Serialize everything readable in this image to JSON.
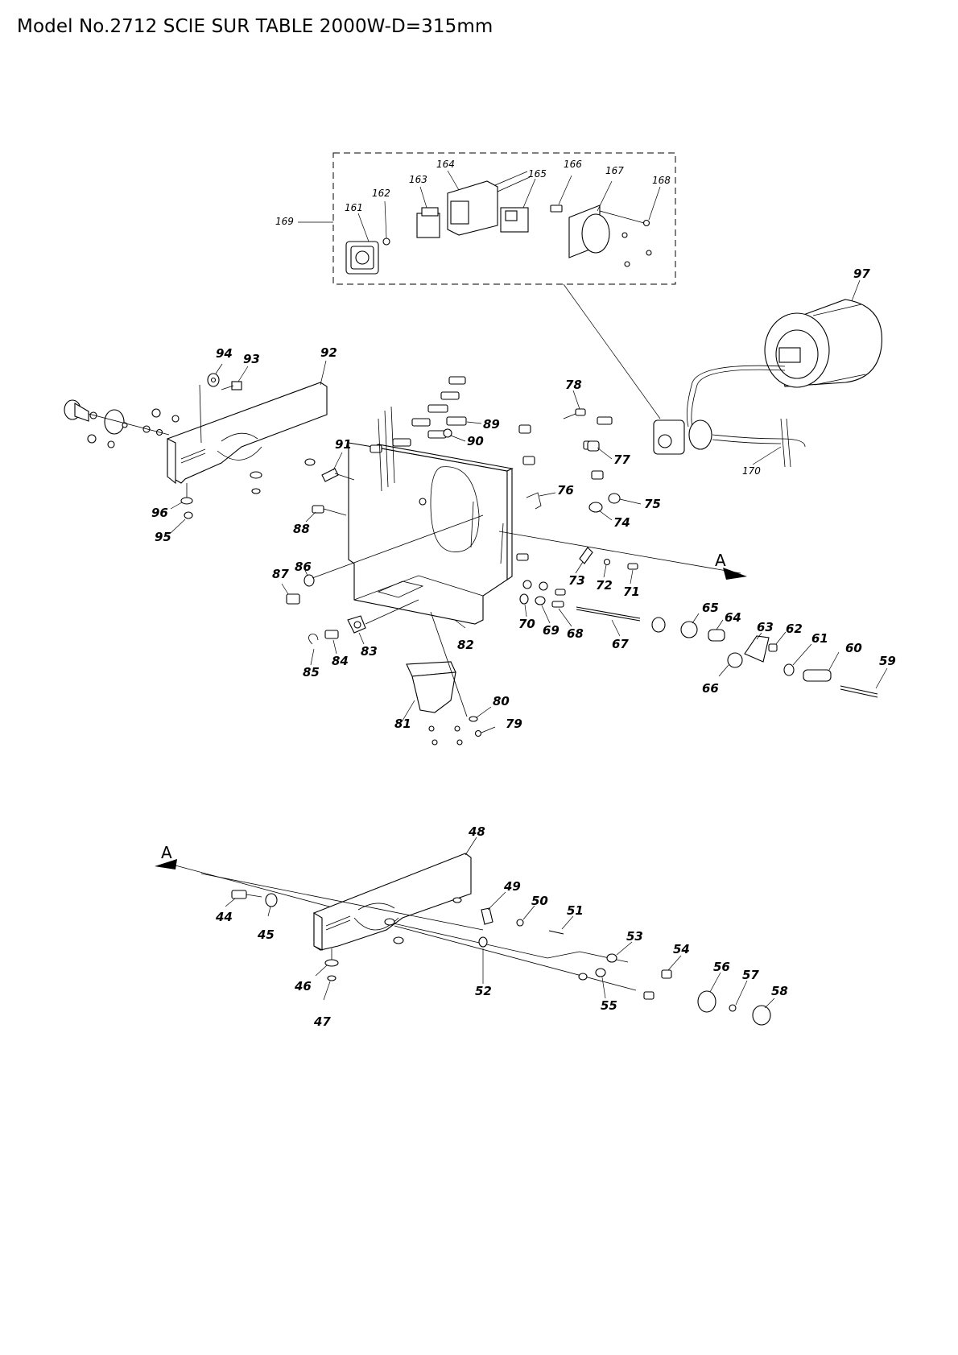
{
  "page": {
    "title": "Model No.2712 SCIE SUR TABLE 2000W-D=315mm"
  },
  "section_marker": "A",
  "callouts": {
    "p44": "44",
    "p45": "45",
    "p46": "46",
    "p47": "47",
    "p48": "48",
    "p49": "49",
    "p50": "50",
    "p51": "51",
    "p52": "52",
    "p53": "53",
    "p54": "54",
    "p55": "55",
    "p56": "56",
    "p57": "57",
    "p58": "58",
    "p59": "59",
    "p60": "60",
    "p61": "61",
    "p62": "62",
    "p63": "63",
    "p64": "64",
    "p65": "65",
    "p66": "66",
    "p67": "67",
    "p68": "68",
    "p69": "69",
    "p70": "70",
    "p71": "71",
    "p72": "72",
    "p73": "73",
    "p74": "74",
    "p75": "75",
    "p76": "76",
    "p77": "77",
    "p78": "78",
    "p79": "79",
    "p80": "80",
    "p81": "81",
    "p82": "82",
    "p83": "83",
    "p84": "84",
    "p85": "85",
    "p86": "86",
    "p87": "87",
    "p88": "88",
    "p89": "89",
    "p90": "90",
    "p91": "91",
    "p92": "92",
    "p93": "93",
    "p94": "94",
    "p95": "95",
    "p96": "96",
    "p97": "97",
    "p161": "161",
    "p162": "162",
    "p163": "163",
    "p164": "164",
    "p165": "165",
    "p166": "166",
    "p167": "167",
    "p168": "168",
    "p169": "169",
    "p170": "170"
  }
}
